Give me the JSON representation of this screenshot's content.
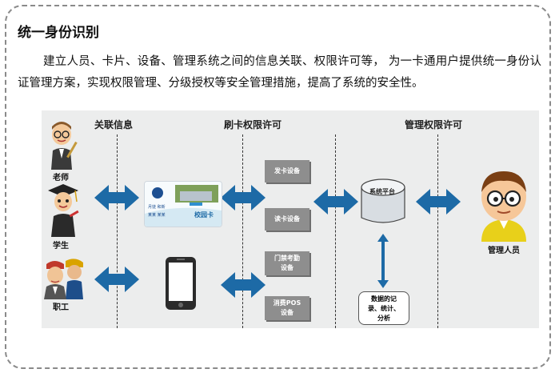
{
  "section": {
    "title": "统一身份识别",
    "paragraph": "建立人员、卡片、设备、管理系统之间的信息关联、权限许可等， 为一卡通用户提供统一身份认证管理方案，实现权限管理、分级授权等安全管理措施，提高了系统的安全性。"
  },
  "diagram": {
    "headers": {
      "association": "关联信息",
      "card_permission": "刷卡权限许可",
      "management_permission": "管理权限许可"
    },
    "people": {
      "teacher": "老师",
      "student": "学生",
      "staff": "职工",
      "manager": "管理人员"
    },
    "card": {
      "label": "校园卡",
      "name_line": "月徒  和新",
      "id_line": "某某  某某"
    },
    "devices": {
      "card_issue": "发卡设备",
      "card_reader": "读卡设备",
      "access_control": "门禁考勤\n设备",
      "pos": "消费POS\n设备"
    },
    "system_platform": "系统平台",
    "data_log": "数据的记\n录、统计、\n分析",
    "colors": {
      "arrow": "#1d6aa6",
      "device_box": "#8e8e8e",
      "background": "#eceded"
    },
    "icons": [
      "teacher-icon",
      "student-icon",
      "staff-icon",
      "campus-card-icon",
      "phone-icon",
      "database-icon",
      "manager-icon",
      "double-arrow-icon"
    ]
  }
}
